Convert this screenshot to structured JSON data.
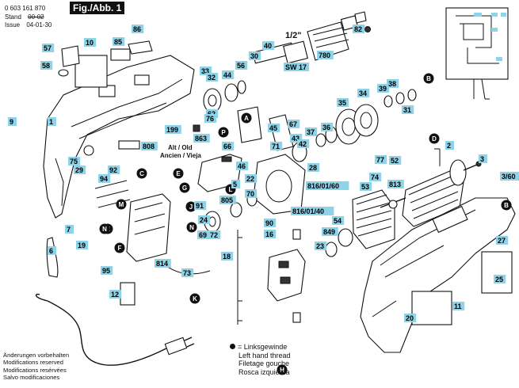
{
  "header": {
    "part_number": "0 603 161 870",
    "stand_label": "Stand",
    "stand_value": "00-02",
    "issue_label": "Issue",
    "issue_value": "04-01-30",
    "figure_label": "Fig./Abb. 1"
  },
  "callouts": [
    "9",
    "1",
    "10",
    "57",
    "58",
    "85",
    "86",
    "199",
    "808",
    "75",
    "33",
    "32",
    "44",
    "56",
    "62",
    "863",
    "P",
    "A",
    "B",
    "76",
    "66",
    "46",
    "45",
    "67",
    "43",
    "42",
    "37",
    "36",
    "35",
    "34",
    "39",
    "38",
    "31",
    "30",
    "40",
    "780",
    "82",
    "SW 17",
    "29",
    "7",
    "19",
    "6",
    "92",
    "94",
    "C",
    "E",
    "G",
    "J",
    "N",
    "M",
    "H",
    "F",
    "95",
    "12",
    "K",
    "L",
    "805",
    "5",
    "22",
    "70",
    "71",
    "69",
    "24",
    "72",
    "814",
    "73",
    "18",
    "90",
    "16",
    "816/01/60",
    "816/01/40",
    "28",
    "77",
    "52",
    "53",
    "54",
    "849",
    "813",
    "74",
    "D",
    "2",
    "3",
    "3/60",
    "B",
    "27",
    "25",
    "11",
    "20",
    "23",
    "91",
    "N",
    "H"
  ],
  "legend": {
    "marker_label": "= Linksgewinde",
    "lines": [
      "Left hand thread",
      "Filetage gouche",
      "Rosca izquierda"
    ]
  },
  "footer": {
    "lines": [
      "Änderungen vorbehalten",
      "Modifications reserved",
      "Modifications resérvées",
      "Salvo modificaciones"
    ]
  },
  "misc": {
    "half_label": "1/2\"",
    "alt_label": "Alt / Old",
    "alt_label2": "Ancien / Vieja",
    "accent_color": "#8fd3e8"
  }
}
